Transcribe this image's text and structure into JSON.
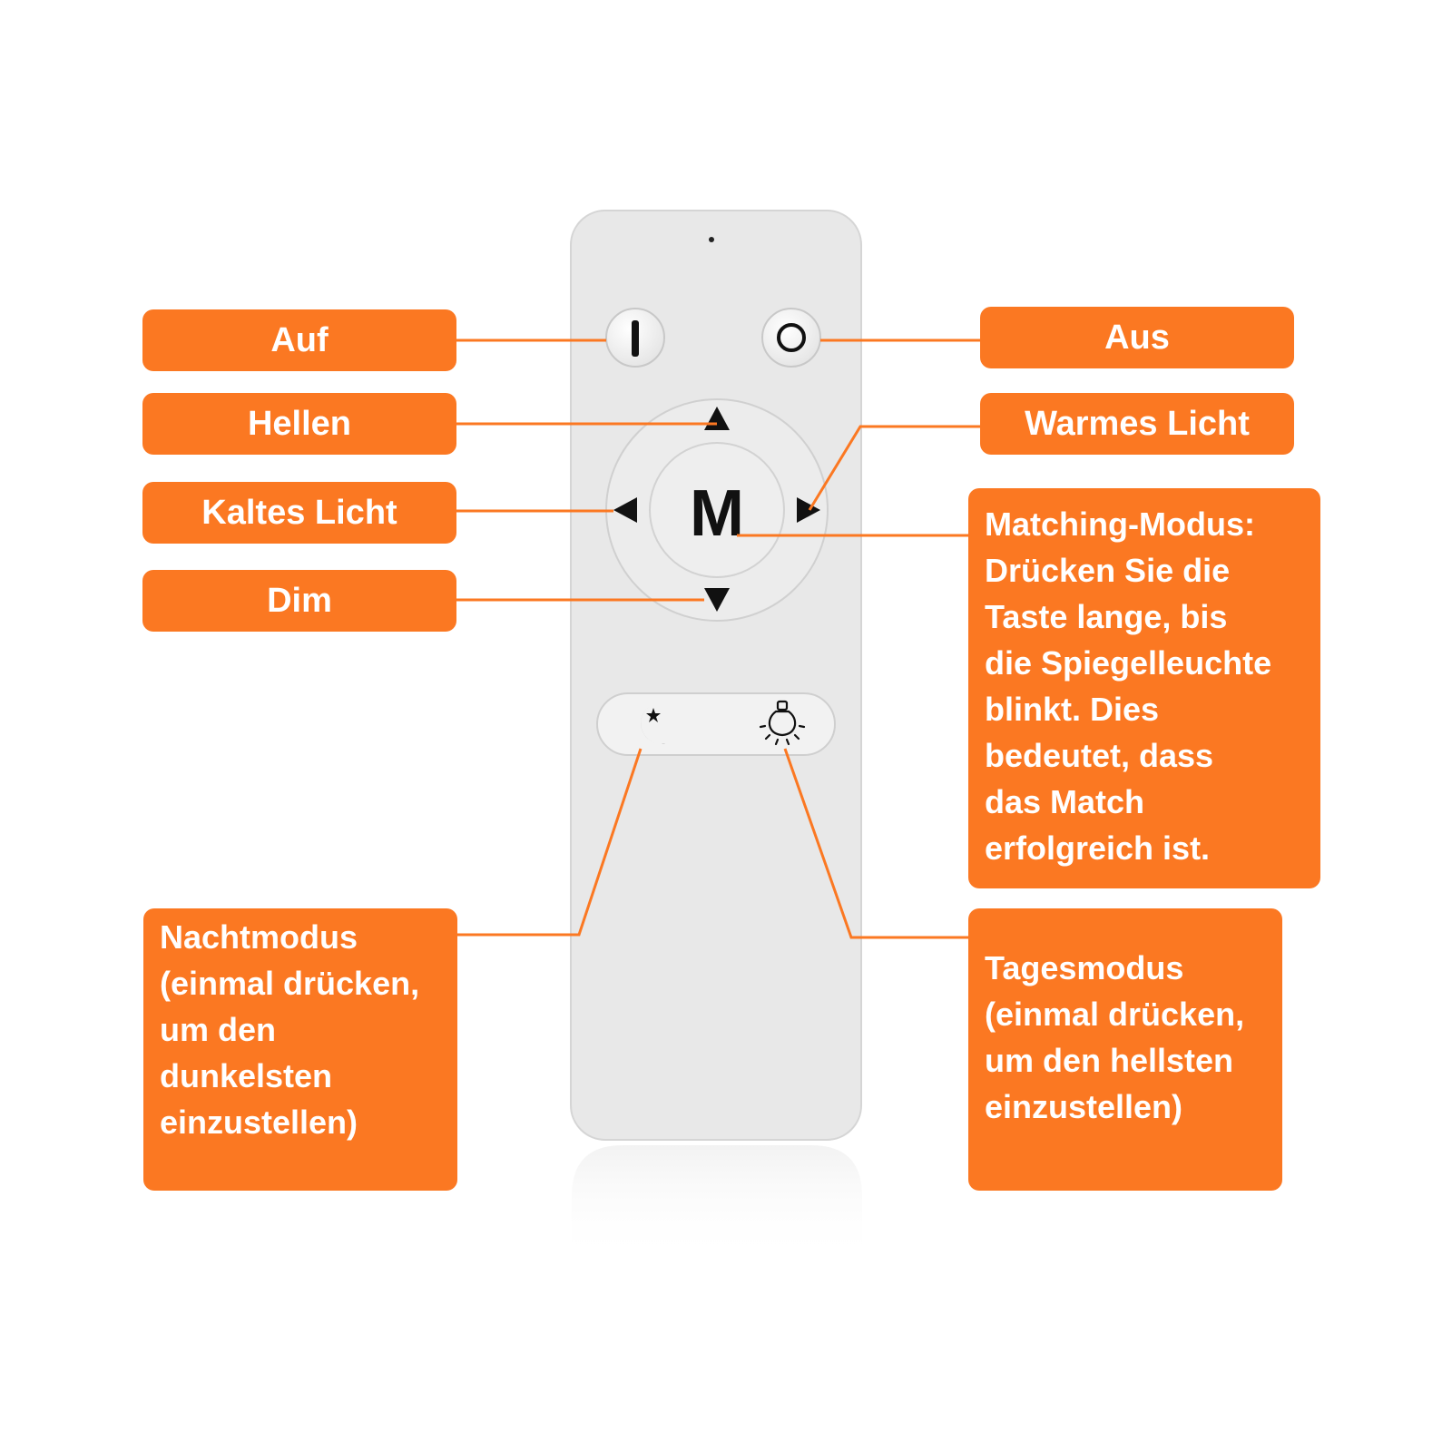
{
  "labels": {
    "auf": "Auf",
    "hellen": "Hellen",
    "kaltes_licht": "Kaltes Licht",
    "dim": "Dim",
    "aus": "Aus",
    "warmes_licht": "Warmes Licht",
    "matching": "Matching-Modus:\nDrücken Sie die\nTaste lange, bis\ndie Spiegelleuchte\nblinkt. Dies\nbedeutet, dass\ndas Match\nerfolgreich ist.",
    "nachtmodus": "Nachtmodus\n(einmal drücken,\num den\ndunkelsten\neinzustellen)",
    "tagesmodus": "Tagesmodus\n(einmal drücken,\num den hellsten\neinzustellen)"
  },
  "remote": {
    "center_button": "M"
  },
  "colors": {
    "accent": "#fb7822",
    "remote_body": "#e8e8e8"
  },
  "icons": [
    "power-on-icon",
    "power-off-icon",
    "arrow-up-icon",
    "arrow-down-icon",
    "arrow-left-icon",
    "arrow-right-icon",
    "moon-star-icon",
    "light-bulb-icon"
  ]
}
